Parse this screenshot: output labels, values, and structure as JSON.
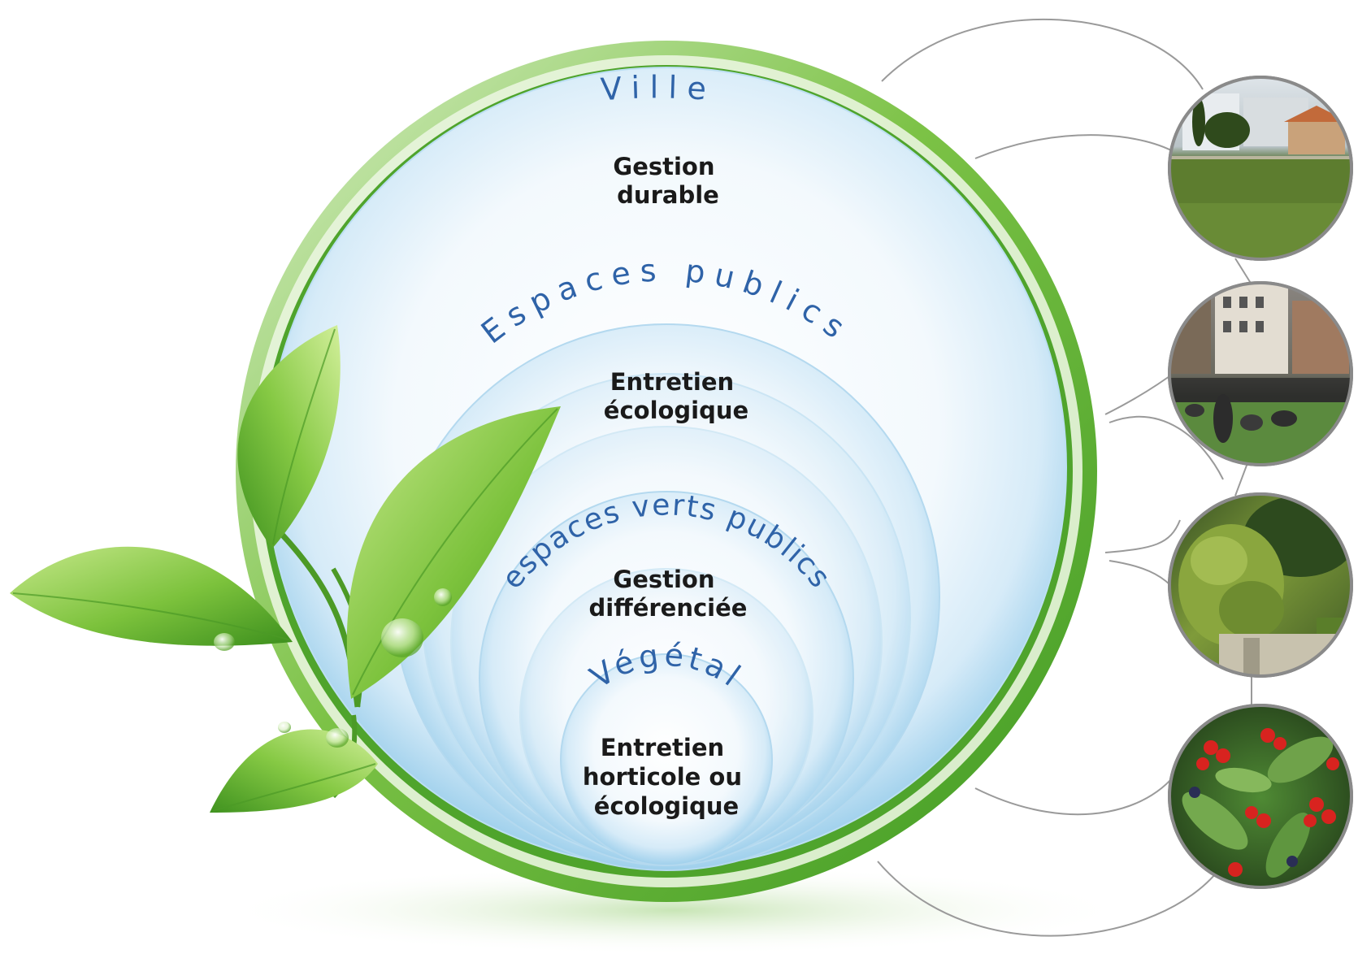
{
  "levels": [
    {
      "key": "ville",
      "title": "Ville",
      "lines": [
        "Gestion",
        "durable"
      ]
    },
    {
      "key": "espaces_publics",
      "title": "Espaces publics",
      "lines": [
        "Entretien",
        "écologique"
      ]
    },
    {
      "key": "espaces_verts_publics",
      "title": "espaces verts publics",
      "lines": [
        "Gestion",
        "différenciée"
      ]
    },
    {
      "key": "vegetal",
      "title": "Végétal",
      "lines": [
        "Entretien",
        "horticole ou",
        "écologique"
      ]
    }
  ],
  "photos": [
    {
      "subject": "urban meadow with buildings"
    },
    {
      "subject": "people sitting on lawn in public square"
    },
    {
      "subject": "shrubs and trees in a park"
    },
    {
      "subject": "red berries and green leaves"
    }
  ],
  "colors": {
    "ring_green": "#5fb336",
    "title_blue": "#2f63a8",
    "bubble_edge": "#9fd0ec",
    "connector_gray": "#9a9a9a"
  }
}
